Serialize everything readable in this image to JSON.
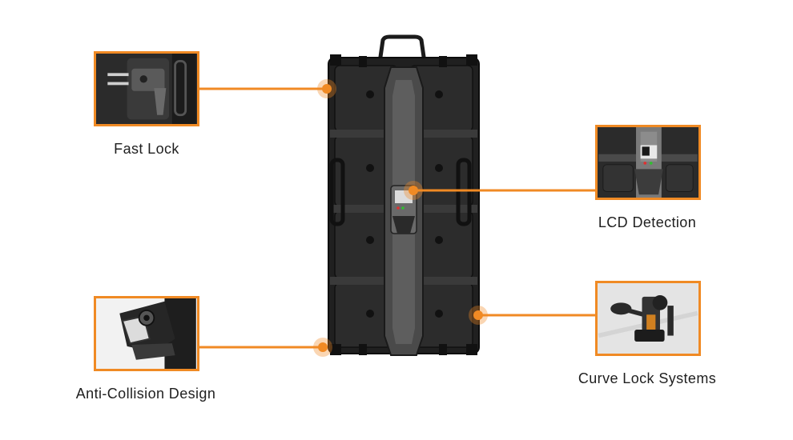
{
  "accent_color": "#f08a24",
  "callouts": [
    {
      "id": "fast-lock",
      "label": "Fast Lock",
      "icon": "fast-lock-icon"
    },
    {
      "id": "lcd-detection",
      "label": "LCD Detection",
      "icon": "lcd-detection-icon"
    },
    {
      "id": "anti-collision",
      "label": "Anti-Collision Design",
      "icon": "anti-collision-icon"
    },
    {
      "id": "curve-lock",
      "label": "Curve Lock Systems",
      "icon": "curve-lock-icon"
    }
  ]
}
